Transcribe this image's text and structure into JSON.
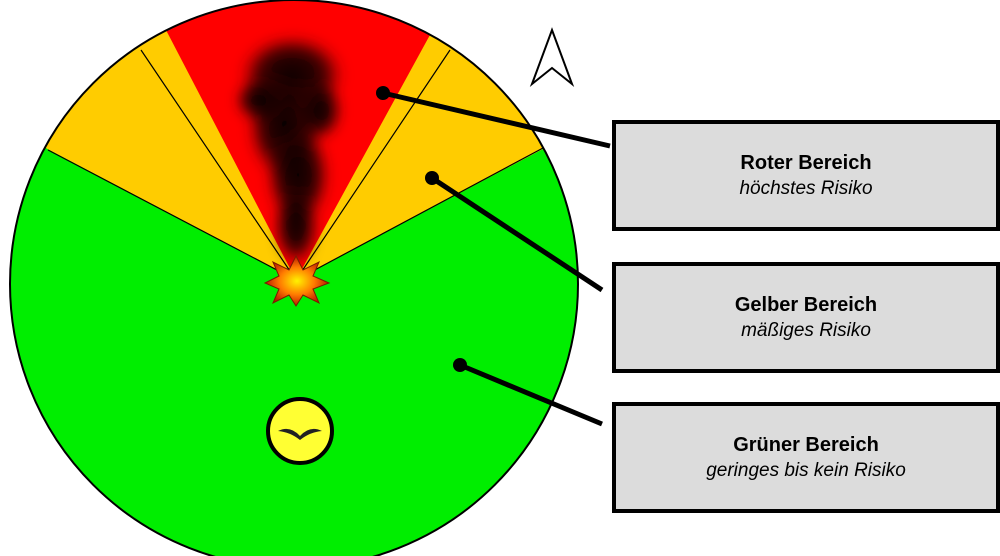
{
  "zones": {
    "red": {
      "title": "Roter Bereich",
      "description": "höchstes Risiko",
      "color": "#ff0000"
    },
    "yellow": {
      "title": "Gelber Bereich",
      "description": "mäßiges Risiko",
      "color": "#ffcc00"
    },
    "green": {
      "title": "Grüner Bereich",
      "description": "geringes bis kein Risiko",
      "color": "#00ee00"
    }
  },
  "icons": [
    "north-arrow-icon",
    "explosion-icon",
    "smoke-plume",
    "bird-icon"
  ]
}
